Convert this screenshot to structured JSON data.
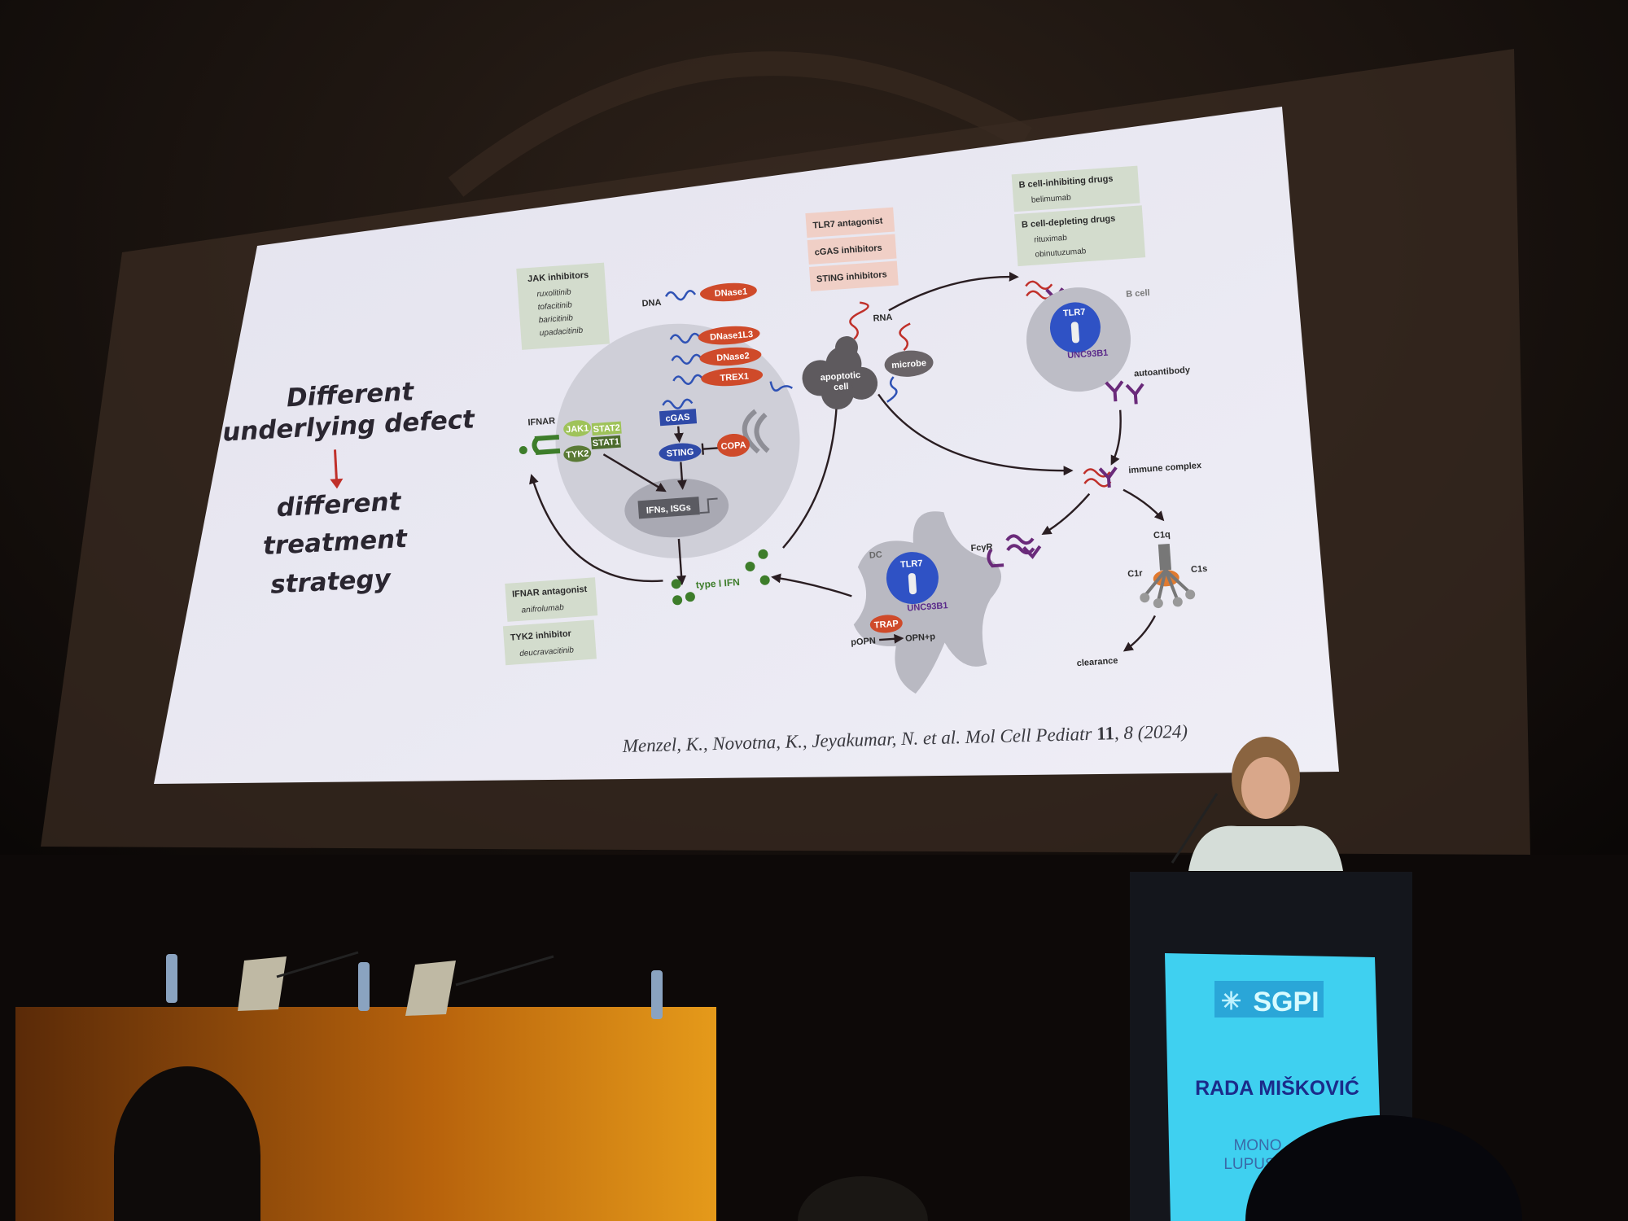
{
  "slide": {
    "headline": [
      "Different",
      "underlying defect"
    ],
    "conclusion": [
      "different",
      "treatment",
      "strategy"
    ],
    "citation": {
      "authors": "Menzel, K., Novotna, K., Jeyakumar, N. et al. Mol Cell Pediatr ",
      "volume": "11",
      "rest": ", 8 (2024)"
    },
    "jak_box": {
      "title": "JAK inhibitors",
      "items": [
        "ruxolitinib",
        "tofacitinib",
        "baricitinib",
        "upadacitinib"
      ]
    },
    "pink_boxes": [
      "TLR7 antagonist",
      "cGAS inhibitors",
      "STING inhibitors"
    ],
    "bcell_inhibiting": {
      "title": "B cell-inhibiting drugs",
      "items": [
        "belimumab"
      ]
    },
    "bcell_depleting": {
      "title": "B cell-depleting drugs",
      "items": [
        "rituximab",
        "obinutuzumab"
      ]
    },
    "ifnar_box": {
      "title": "IFNAR antagonist",
      "items": [
        "anifrolumab"
      ]
    },
    "tyk2_box": {
      "title": "TYK2 inhibitor",
      "items": [
        "deucravacitinib"
      ]
    },
    "labels": {
      "dna": "DNA",
      "dnase1": "DNase1",
      "dnase1l3": "DNase1L3",
      "dnase2": "DNase2",
      "trex1": "TREX1",
      "cgas": "cGAS",
      "sting": "STING",
      "copa": "COPA",
      "ifns": "IFNs, ISGs",
      "ifnar": "IFNAR",
      "jak1": "JAK1",
      "stat2": "STAT2",
      "stat1": "STAT1",
      "tyk2": "TYK2",
      "type1ifn": "type I IFN",
      "apoptotic": [
        "apoptotic",
        "cell"
      ],
      "microbe": "microbe",
      "rna": "RNA",
      "bcell": "B cell",
      "tlr7": "TLR7",
      "unc93b1": "UNC93B1",
      "autoantibody": "autoantibody",
      "immune_complex": "immune complex",
      "c1q": "C1q",
      "c1r": "C1r",
      "c1s": "C1s",
      "clearance": "clearance",
      "dc": "DC",
      "fcyr": "FcγR",
      "trap": "TRAP",
      "popn": "pOPN",
      "opnp": "OPN+p"
    }
  },
  "podium": {
    "logo": "SGPI",
    "speaker": "RADA MIŠKOVIĆ",
    "subtitle": [
      "MONO",
      "LUPUS"
    ]
  },
  "colors": {
    "slide_bg": "#e9e9f1",
    "red": "#cf4a2a",
    "blue": "#2f52b5",
    "green": "#3d7d2a",
    "podium": "#3fd0f0"
  }
}
